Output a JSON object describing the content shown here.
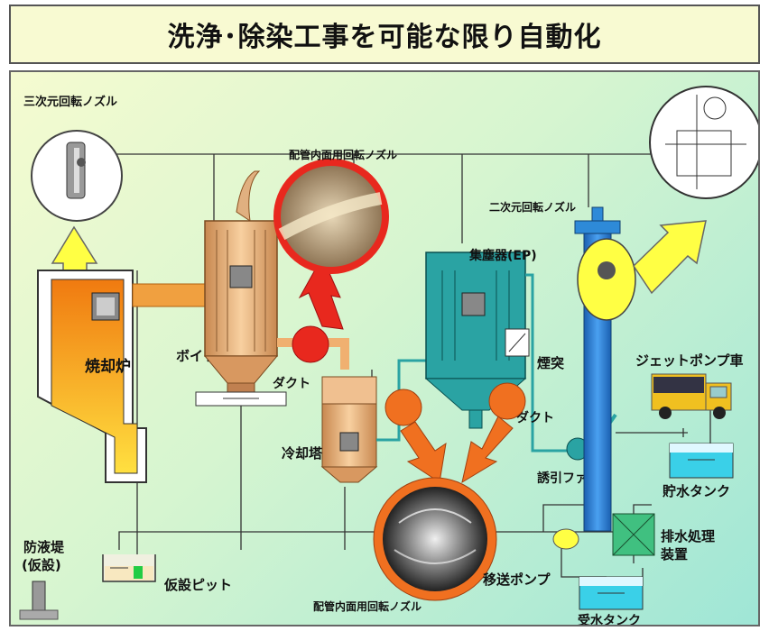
{
  "header": {
    "title": "洗浄･除染工事を可能な限り自動化"
  },
  "labels": {
    "nozzle_3d": "三次元回転ノズル",
    "nozzle_pipe_top": "配管内面用回転ノズル",
    "nozzle_2d": "二次元回転ノズル",
    "incinerator": "焼却炉",
    "boiler": "ボイラ",
    "duct_left": "ダクト",
    "cooling_tower": "冷却塔",
    "dust_collector": "集塵器(EP)",
    "chimney": "煙突",
    "duct_right": "ダクト",
    "induced_fan": "誘引ファン",
    "jet_pump_truck": "ジェットポンプ車",
    "storage_tank": "貯水タンク",
    "wastewater_treatment_line1": "排水処理",
    "wastewater_treatment_line2": "装置",
    "transfer_pump": "移送ポンプ",
    "receiving_tank": "受水タンク",
    "temp_pit": "仮設ピット",
    "nozzle_pipe_bottom": "配管内面用回転ノズル",
    "dike_line1": "防液堤",
    "dike_line2": "(仮設)"
  },
  "colors": {
    "incinerator": "#f5a623",
    "boiler": "#f0c080",
    "collector": "#2aa3a3",
    "chimney": "#1f77c4",
    "accent_red": "#e8281e",
    "arrow_orange": "#f07020",
    "yellow_highlight": "#ffff44"
  }
}
